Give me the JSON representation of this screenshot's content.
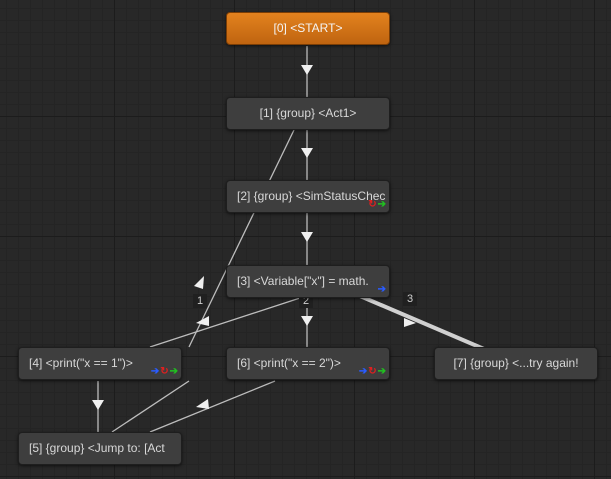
{
  "graph": {
    "nodes": [
      {
        "id": "start",
        "label": "[0] <START>"
      },
      {
        "id": "act1",
        "label": "[1] {group} <Act1>"
      },
      {
        "id": "simstatus",
        "label": "[2] {group} <SimStatusChec"
      },
      {
        "id": "variable",
        "label": "[3] <Variable[\"x\"] = math."
      },
      {
        "id": "print1",
        "label": "[4] <print(\"x == 1\")>"
      },
      {
        "id": "jump",
        "label": "[5] {group} <Jump to: [Act"
      },
      {
        "id": "print2",
        "label": "[6] <print(\"x == 2\")>"
      },
      {
        "id": "tryagain",
        "label": "[7] {group} <...try again!"
      }
    ],
    "edge_labels": [
      "1",
      "2",
      "3"
    ],
    "colors": {
      "background": "#282828",
      "node": "#3e3e3e",
      "start_node": "#d8771a",
      "edge": "#bdbdbd",
      "port_blue": "#2a5cff",
      "port_red": "#e02020",
      "port_green": "#20c020"
    },
    "port_icons": [
      "arrow-right-blue-icon",
      "cycle-red-icon",
      "arrow-right-green-icon"
    ]
  }
}
